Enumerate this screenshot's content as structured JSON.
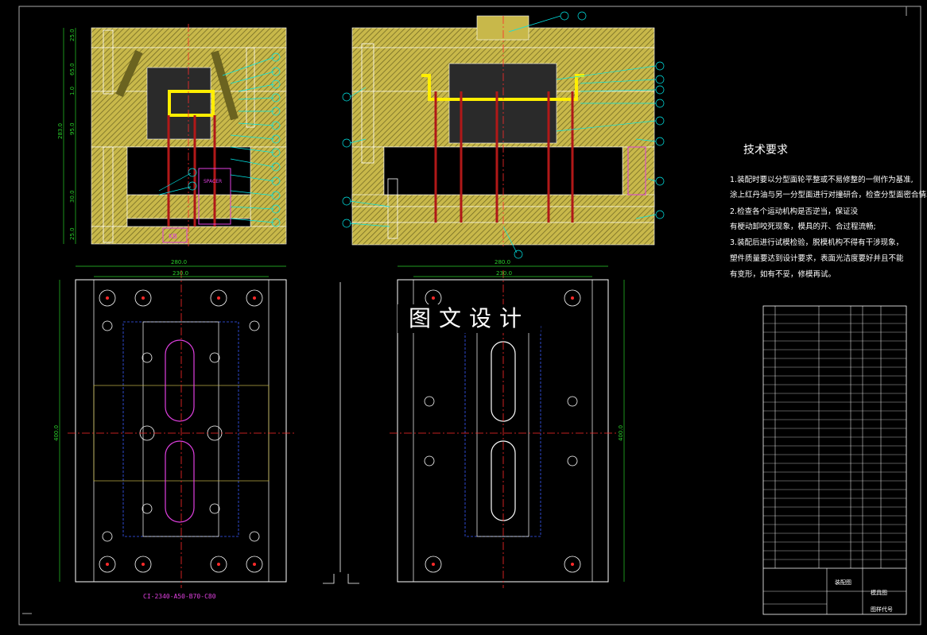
{
  "watermark": "图文设计",
  "tech_requirements": {
    "title": "技术要求",
    "lines": [
      "1.装配时要以分型面轮平整或不易修整的一侧作为基准,",
      "涂上红丹油与另一分型面进行对撞研合，检查分型面密合情况;",
      "2.检查各个运动机构是否逆当，保证没",
      "有梗动卸咬死现象，模具的开、合过程流畅;",
      "3.装配后进行试模检验，脱模机构不得有干涉现象，",
      "塑件质量要达到设计要求，表面光洁度要好并且不能",
      "有变形，如有不妥，修模再试。"
    ]
  },
  "model_label": "CI-2340-A50-B70-C80",
  "dims": {
    "width_outer": "280.0",
    "width_inner": "230.0",
    "height": "400.0",
    "side_total": "283.0",
    "side_a": "25.0",
    "side_b": "65.0",
    "side_c": "1.0",
    "side_d": "95.0",
    "side_e": "30.0",
    "side_f": "25.0"
  },
  "markers": {
    "kb": "KB",
    "spacer": "SPACER"
  },
  "title_block": {
    "drawing": "装配图",
    "drawing_no": "图样代号",
    "module": "模具图"
  },
  "colors": {
    "background": "#000000",
    "plate_fill": "#c8b84a",
    "hatch": "#6b6320",
    "outline": "#ffffff",
    "leader": "#00e6e6",
    "centerline": "#ff2a2a",
    "pin": "#b01818",
    "hidden": "#3a5cff",
    "yellow_part": "#ffee00",
    "magenta": "#e040e0",
    "green": "#2ad02a"
  }
}
